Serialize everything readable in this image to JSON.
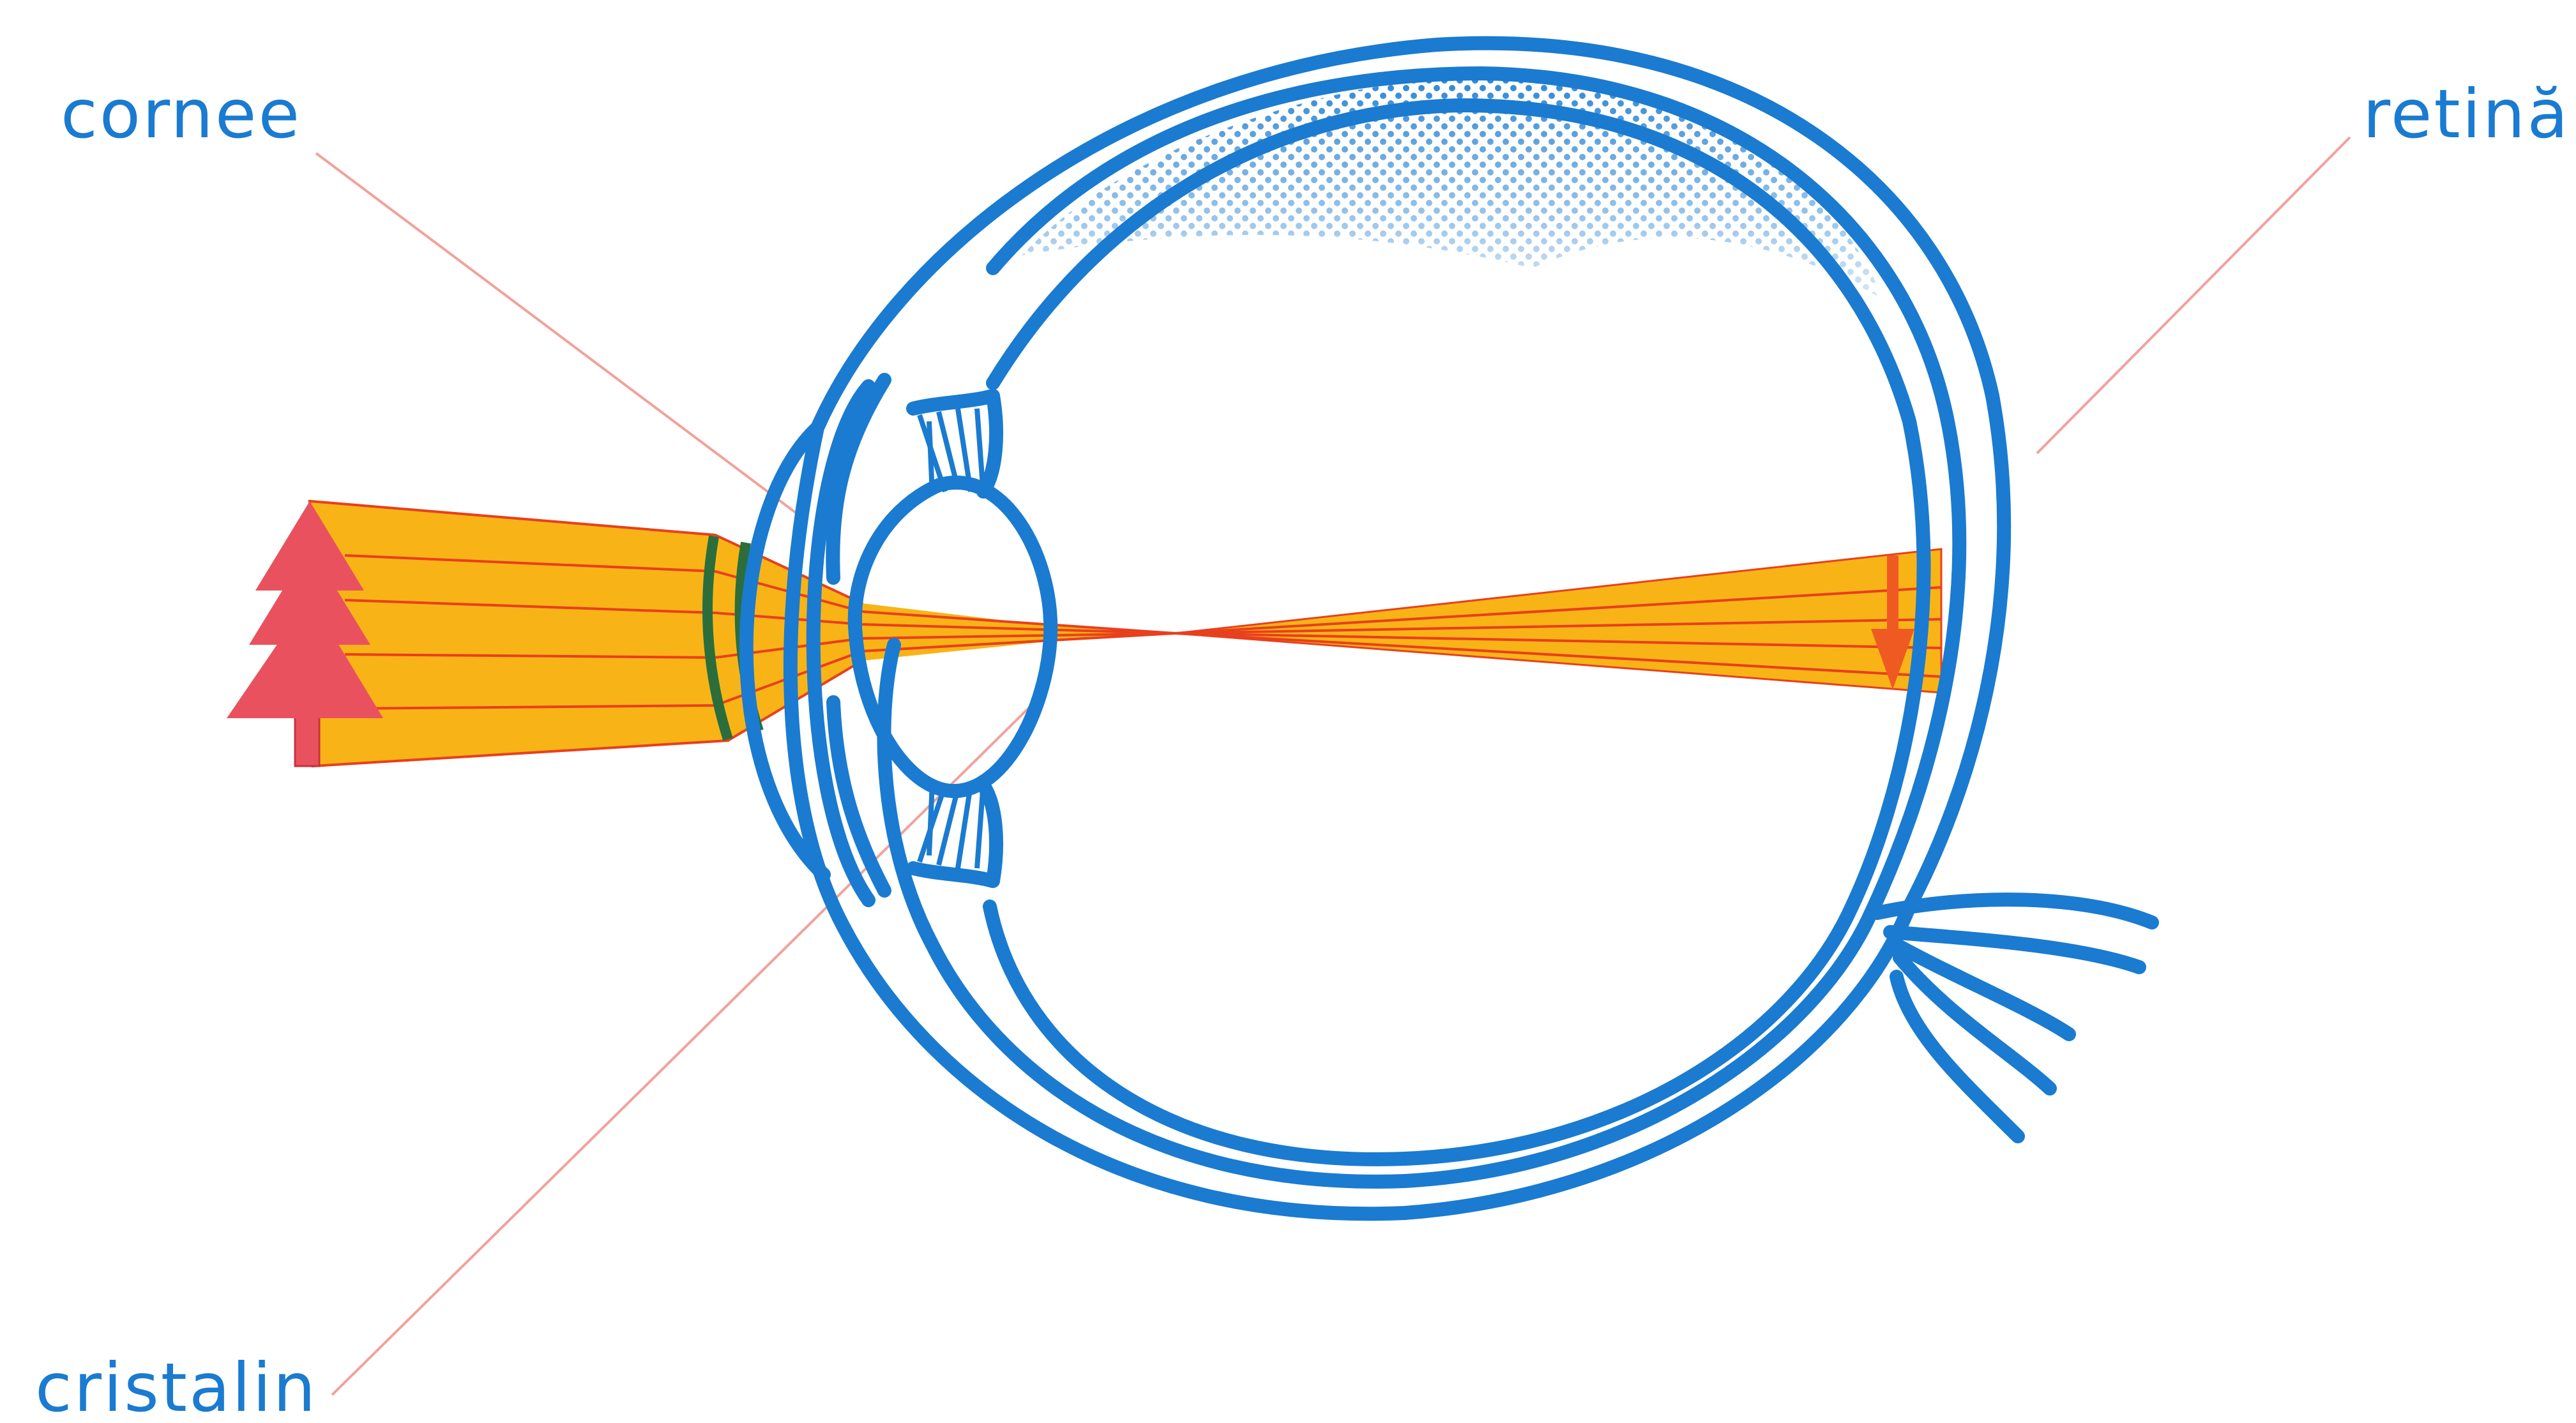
{
  "labels": {
    "cornea": "cornee",
    "retina": "retină",
    "lens": "cristalin"
  },
  "colors": {
    "eye_outline": "#1a7bd0",
    "leader_line": "#f2a19c",
    "light_beam": "#f8b416",
    "ray": "#e8401e",
    "object": "#e9515f",
    "image": "#ef5a22",
    "cornea_refraction": "#2b6e3b",
    "background": "#ffffff"
  },
  "icons": {
    "object": "tree-icon",
    "image": "inverted-image-arrow-icon"
  }
}
